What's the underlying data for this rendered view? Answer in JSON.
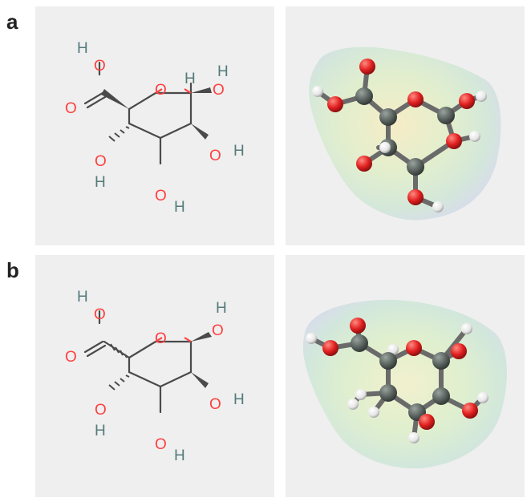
{
  "panels": [
    {
      "label": "a",
      "atoms": {
        "h_acid": "H",
        "o_acid": "O",
        "o_carbonyl": "O",
        "o_ring": "O",
        "h_anomeric": "H",
        "o_anomeric": "O",
        "h_anomeric_oh": "H",
        "o_c2": "O",
        "h_c2": "H",
        "o_c3": "O",
        "h_c3": "H",
        "o_c4": "O",
        "h_c4": "H"
      }
    },
    {
      "label": "b",
      "atoms": {
        "h_acid": "H",
        "o_acid": "O",
        "o_carbonyl": "O",
        "o_ring": "O",
        "h_anomeric_oh": "H",
        "o_anomeric": "O",
        "o_c2": "O",
        "h_c2": "H",
        "o_c3": "O",
        "h_c3": "H",
        "o_c4": "O",
        "h_c4": "H"
      }
    }
  ],
  "colors": {
    "oxygen": "#ff4040",
    "hydrogen": "#547a7a",
    "bond": "#4a4a4a",
    "carbon_sphere": "#5b6460",
    "hydrogen_sphere": "#f2f2f2",
    "oxygen_sphere": "#e12020",
    "panel_background": "#efefef"
  }
}
